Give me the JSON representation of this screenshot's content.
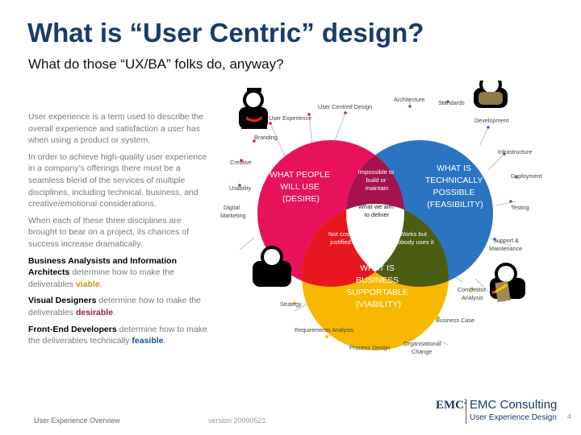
{
  "slide": {
    "title": "What is “User Centric” design?",
    "subtitle": "What do those “UX/BA” folks do, anyway?",
    "paragraph1": "User experience is a term used to describe the overall experience and satisfaction a user has when using a product or system.",
    "paragraph2": "In order to achieve high-quality user experience in a company’s offerings there must be a seamless blend of the services of multiple disciplines, including technical, business, and creative/emotional considerations.",
    "paragraph3": "When each of these three disciplines are brought to bear on a project, its chances of success increase dramatically.",
    "ba": {
      "bold": "Business Analysists and Information Architects",
      "text": " determine how to make the deliverables ",
      "highlight": "viable",
      "end": "."
    },
    "vd": {
      "bold": "Visual Designers",
      "text": " determine how to make the deliverables ",
      "highlight": "desirable",
      "end": "."
    },
    "fe": {
      "bold": "Front-End Developers",
      "text": " determine how to make the deliverables technically ",
      "highlight": "feasible",
      "end": "."
    }
  },
  "diagram": {
    "desire": [
      "WHAT PEOPLE",
      "WILL USE",
      "(DESIRE)"
    ],
    "feasibility": [
      "WHAT IS",
      "TECHNICALLY",
      "POSSIBLE",
      "(FEASIBILITY)"
    ],
    "viability": [
      "WHAT IS",
      "BUSINESS",
      "SUPPORTABLE",
      "(VIABILITY)"
    ],
    "desire_feasibility": [
      "Impossible to",
      "build or",
      "maintain"
    ],
    "desire_viability": [
      "Not cost",
      "justified"
    ],
    "feasibility_viability": [
      "Works but",
      "nobody uses it"
    ],
    "center": [
      "What we aim",
      "to deliver"
    ],
    "spokes": {
      "user_experience": "User Experience",
      "user_centred_design": "User Centred Design",
      "architecture": "Architecture",
      "standards": "Standards",
      "development": "Development",
      "branding": "Branding",
      "creative": "Creative",
      "usability": "Usability",
      "digital_marketing": [
        "Digital",
        "Marketing"
      ],
      "infrastructure": "Infrastructure",
      "deployment": "Deployment",
      "testing": "Testing",
      "support": [
        "Support &",
        "Maintenance"
      ],
      "competitor": [
        "Competitor",
        "Analysis"
      ],
      "business_case": "Business Case",
      "strategy": "Strategy",
      "requirements": "Requirements Analysis",
      "process_design": "Process Design",
      "org_change": [
        "Organisational",
        "Change"
      ]
    },
    "colors": {
      "desire": "#e8125c",
      "feasibility": "#2b74c2",
      "viability": "#f8b700",
      "desire_feasibility": "#a6124e",
      "desire_viability": "#e8161e",
      "feasibility_viability": "#4a5d12"
    }
  },
  "footer": {
    "left": "User Experience Overview",
    "version": "version 20090521",
    "page": "4"
  },
  "logo": {
    "emc": "EMC",
    "emc_sup": "2",
    "name": "EMC Consulting",
    "sub": "User Experience Design"
  }
}
